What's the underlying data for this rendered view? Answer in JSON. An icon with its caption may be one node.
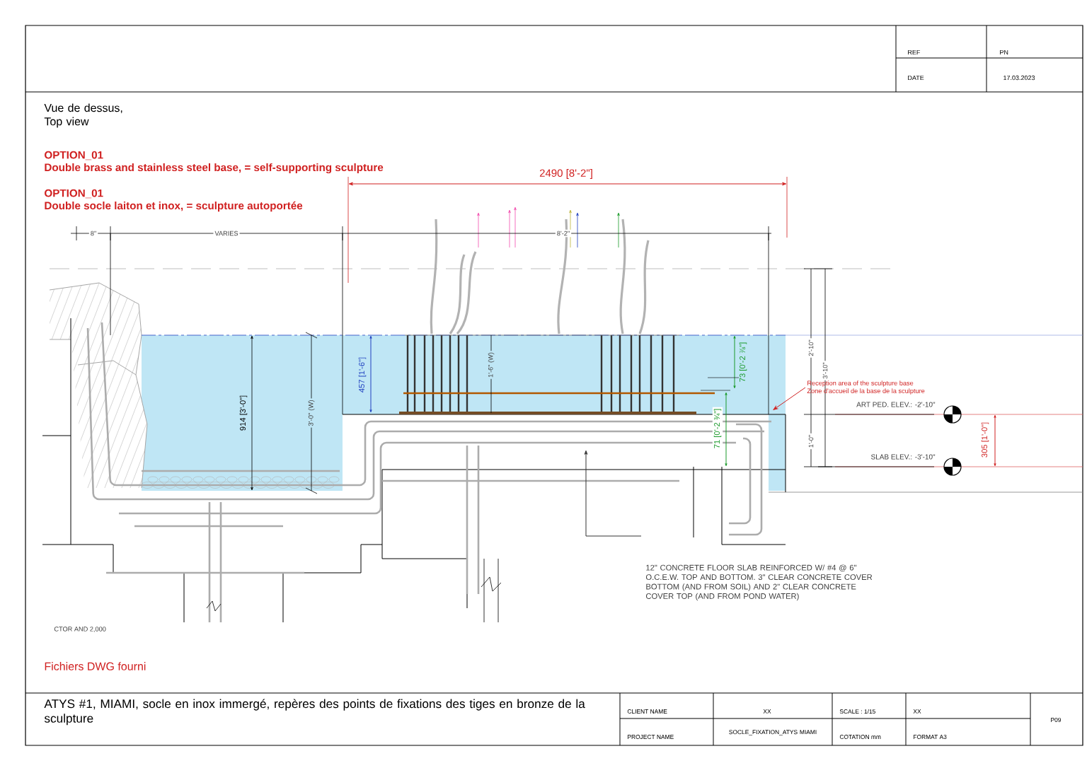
{
  "diagram": {
    "title": "ATYS #1, MIAMI, socle en inox immergé, repères des points de fixations des tiges en bronze de la sculpture",
    "nodes": [
      {
        "text": [
          "Reception area of the sculpture base",
          "Zone d'accueil de  la base de la sculpture"
        ]
      },
      {
        "text": [
          "12\" CONCRETE FLOOR SLAB REINFORCED W/ #4 @ 6\" O.C.E.W. TOP AND BOTTOM. 3\" CLEAR CONCRETE COVER BOTTOM (AND FROM SOIL) AND 2\" CLEAR CONCRETE COVER TOP (AND FROM POND WATER)"
        ]
      }
    ],
    "edges": [
      {
        "from": 0,
        "to": null,
        "arrow": "to",
        "color": "#d02020"
      },
      {
        "from": 1,
        "to": null,
        "arrow": "to",
        "color": "#333333"
      }
    ],
    "labels": [
      "Vue de dessus, Top view",
      "OPTION_01",
      "Double brass and stainless steel base, = self-supporting sculpture",
      "OPTION_01",
      "Double socle laiton et inox, = sculpture autoportée",
      "2490 [8'-2\"]",
      "8\"",
      "VARIES",
      "8'-2\"",
      "914 [3'-0\"]",
      "3'-0\" (W)",
      "457 [1'-6\"]",
      "1'-6\" (W)",
      "73 [0'-2 ⅞\"]",
      "71 [0'-2 ¾\"]",
      "2'-10\"",
      "3'-10\"",
      "1'-0\"",
      "ART PED. ELEV.: -2'-10\"",
      "SLAB ELEV.: -3'-10\"",
      "305 [1'-0\"]",
      "CTOR AND 2,000",
      "Fichiers DWG fourni",
      "REF",
      "PN",
      "DATE",
      "17.03.2023",
      "CLIENT NAME",
      "XX",
      "SCALE : 1/15",
      "XX",
      "P09",
      "PROJECT NAME",
      "SOCLE_FIXATION_ATYS MIAMI",
      "COTATION mm",
      "FORMAT A3"
    ]
  }
}
